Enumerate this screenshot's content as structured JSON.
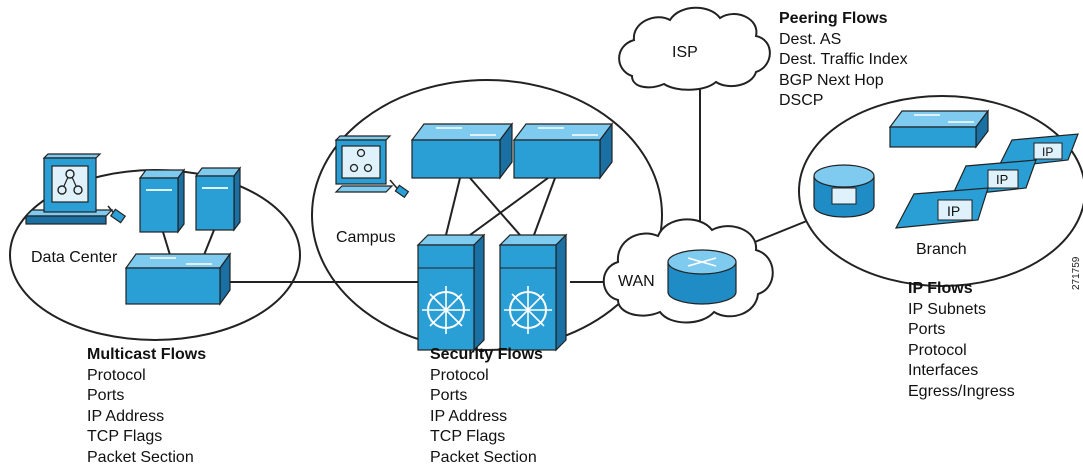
{
  "zones": {
    "data_center": "Data Center",
    "campus": "Campus",
    "branch": "Branch",
    "wan": "WAN",
    "isp": "ISP"
  },
  "figure_id": "271759",
  "flows": {
    "peering": {
      "title": "Peering Flows",
      "items": [
        "Dest. AS",
        "Dest. Traffic Index",
        "BGP Next Hop",
        "DSCP"
      ]
    },
    "ip": {
      "title": "IP Flows",
      "items": [
        "IP Subnets",
        "Ports",
        "Protocol",
        "Interfaces",
        "Egress/Ingress"
      ]
    },
    "multicast": {
      "title": "Multicast Flows",
      "items": [
        "Protocol",
        "Ports",
        "IP Address",
        "TCP Flags",
        "Packet Section"
      ]
    },
    "security": {
      "title": "Security Flows",
      "items": [
        "Protocol",
        "Ports",
        "IP Address",
        "TCP Flags",
        "Packet Section"
      ]
    }
  },
  "phone_label": "IP",
  "colors": {
    "device_face": "#2a9fd6",
    "device_top": "#7fcbef",
    "device_side": "#1a6fa3",
    "outline": "#222222"
  }
}
